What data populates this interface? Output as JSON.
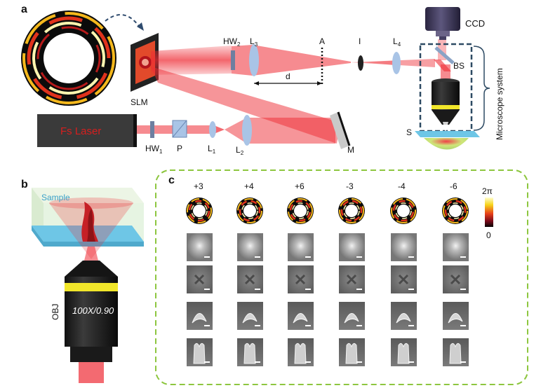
{
  "panels": {
    "a": "a",
    "b": "b",
    "c": "c"
  },
  "setup": {
    "laser_label": "Fs Laser",
    "slm": "SLM",
    "hw2_main": "HW",
    "hw2_sub": "2",
    "l3_main": "L",
    "l3_sub": "3",
    "a_label": "A",
    "i_label": "I",
    "l4_main": "L",
    "l4_sub": "4",
    "ccd": "CCD",
    "bs": "BS",
    "microscope_system": "Microscope system",
    "d_label": "d",
    "hw1_main": "HW",
    "hw1_sub": "1",
    "p_label": "P",
    "l1_main": "L",
    "l1_sub": "1",
    "l2_main": "L",
    "l2_sub": "2",
    "m_label": "M",
    "s_label": "S"
  },
  "panel_b": {
    "sample_label": "Sample",
    "obj_label": "OBJ",
    "mag_label": "100X/0.90"
  },
  "panel_c": {
    "charges": [
      "+3",
      "+4",
      "+6",
      "-3",
      "-4",
      "-6"
    ],
    "colorbar_top": "2π",
    "colorbar_bottom": "0"
  },
  "colors": {
    "beam": "#ee2b34",
    "dashed_box": "#8dc63f",
    "lens": "#a9c4e6",
    "laser_box": "#3a3a3a",
    "laser_text": "#d81e1e",
    "sample_glass": "#6ec6e6"
  }
}
